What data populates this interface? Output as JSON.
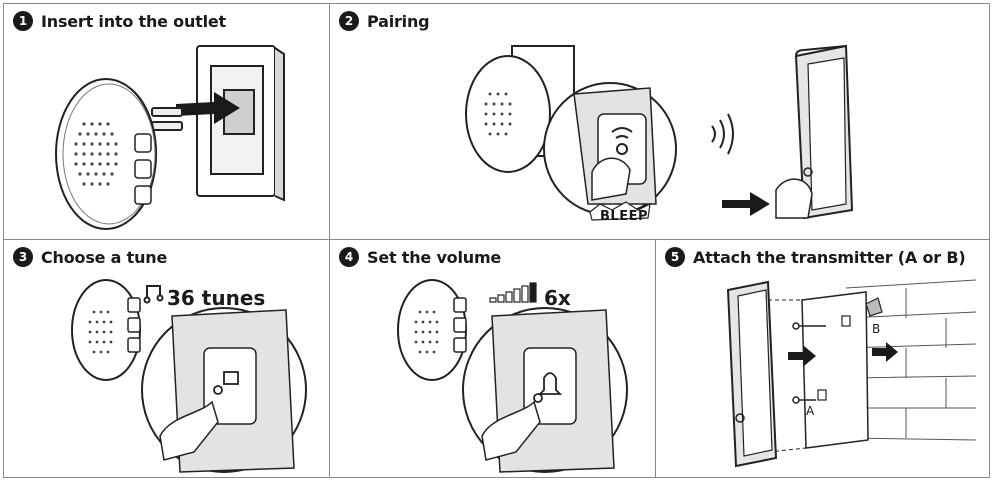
{
  "steps": [
    {
      "number": "1",
      "title": "Insert into the outlet"
    },
    {
      "number": "2",
      "title": "Pairing"
    },
    {
      "number": "3",
      "title": "Choose a tune"
    },
    {
      "number": "4",
      "title": "Set the volume"
    },
    {
      "number": "5",
      "title": "Attach the transmitter (A or B)"
    }
  ],
  "pairing": {
    "sound_text": "BLEEP"
  },
  "tune": {
    "count_text": "36 tunes"
  },
  "volume": {
    "levels_text": "6x"
  },
  "mounting": {
    "option_a": "A",
    "option_b": "B"
  }
}
